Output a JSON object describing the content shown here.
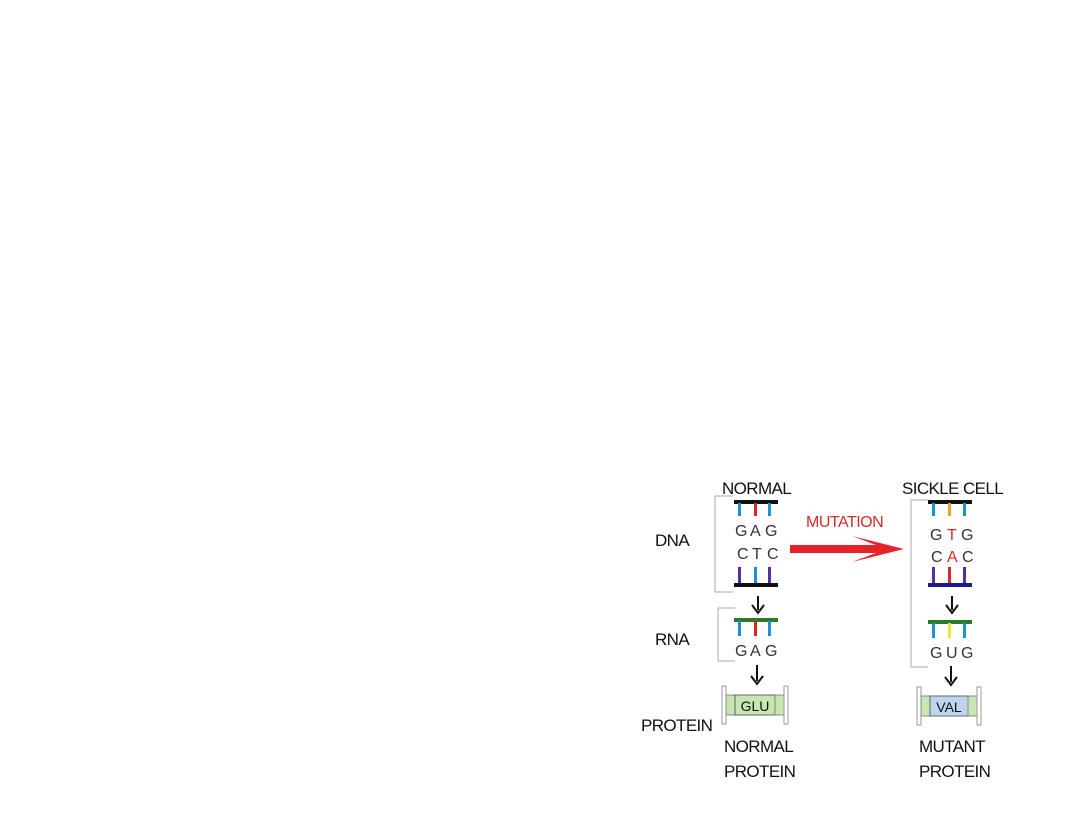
{
  "colors": {
    "mutation_red": "#e8202a",
    "base_blue": "#1f8fd8",
    "base_red": "#d42a2a",
    "base_orange": "#f0a030",
    "base_purple": "#5a2d9a",
    "base_yellow": "#f2e23a",
    "dna_strand": "#111111",
    "dna_strand_mutant": "#1a1a8a",
    "rna_strand": "#2a7a2a",
    "protein_green": "#c8e6b0",
    "protein_blue": "#bcd6ee"
  },
  "labels": {
    "dna": "DNA",
    "rna": "RNA",
    "protein": "PROTEIN",
    "mutation": "MUTATION"
  },
  "normal": {
    "title": "NORMAL",
    "dna_top": [
      "G",
      "A",
      "G"
    ],
    "dna_bottom": [
      "C",
      "T",
      "C"
    ],
    "rna": [
      "G",
      "A",
      "G"
    ],
    "protein": "GLU",
    "caption_line1": "NORMAL",
    "caption_line2": "PROTEIN"
  },
  "sickle": {
    "title": "SICKLE CELL",
    "dna_top": [
      "G",
      "T",
      "G"
    ],
    "dna_bottom": [
      "C",
      "A",
      "C"
    ],
    "rna": [
      "G",
      "U",
      "G"
    ],
    "protein": "VAL",
    "caption_line1": "MUTANT",
    "caption_line2": "PROTEIN"
  }
}
